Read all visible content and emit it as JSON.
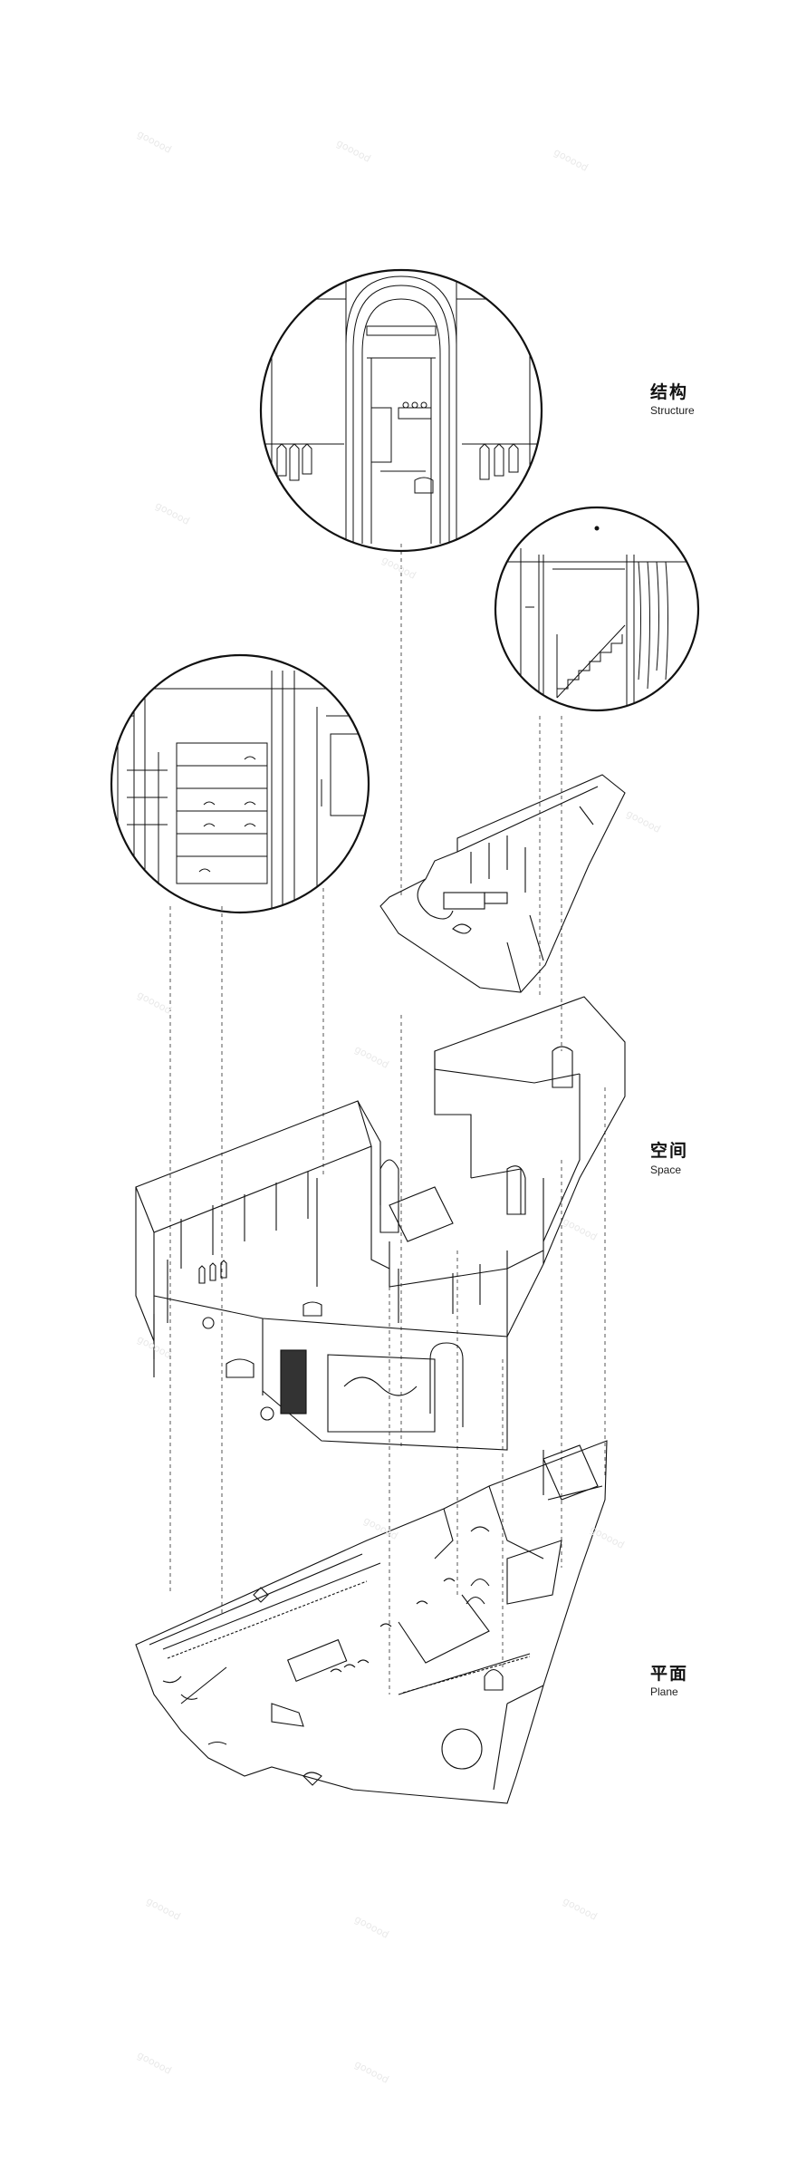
{
  "labels": {
    "structure": {
      "cn": "结构",
      "en": "Structure"
    },
    "space": {
      "cn": "空间",
      "en": "Space"
    },
    "plane": {
      "cn": "平面",
      "en": "Plane"
    }
  },
  "watermark": "gooood"
}
